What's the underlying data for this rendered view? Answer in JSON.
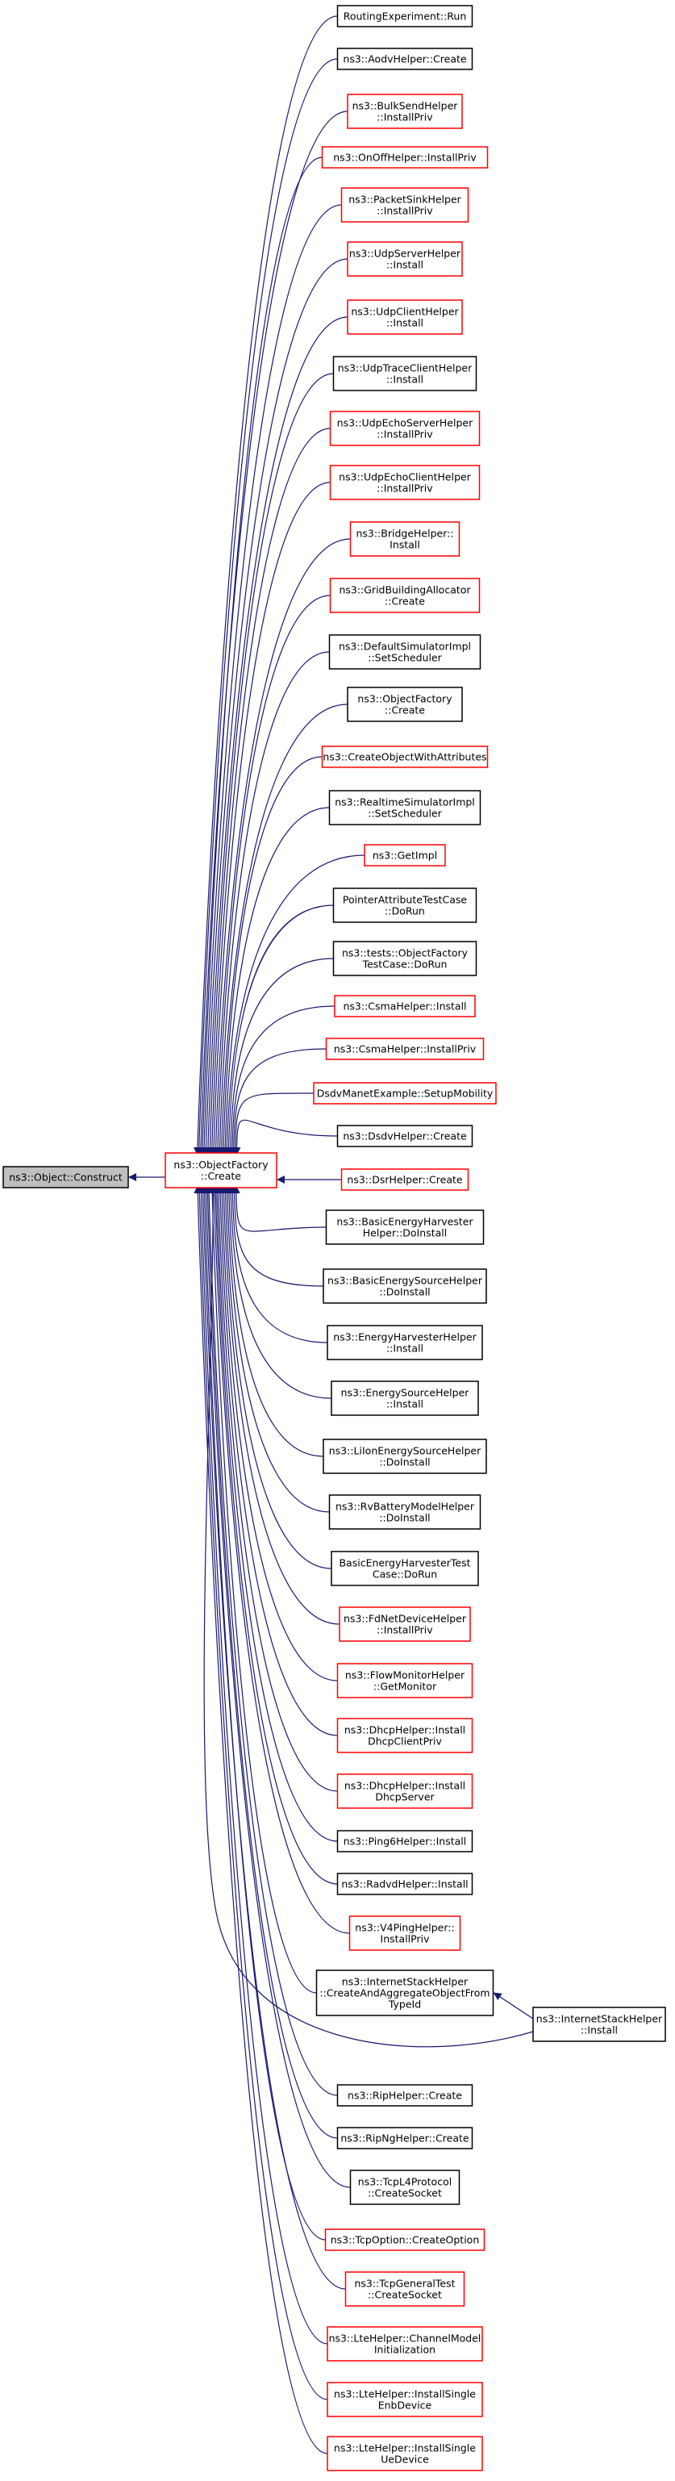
{
  "colors": {
    "edge": "#191970",
    "border_linked": "#000000",
    "border_truncated": "#ff0000",
    "root_fill": "#bfbfbf",
    "node_fill": "#ffffff"
  },
  "root": {
    "lines": [
      "ns3::Object::Construct"
    ]
  },
  "hub": {
    "lines": [
      "ns3::ObjectFactory",
      "::Create"
    ],
    "border": "truncated"
  },
  "callers": [
    {
      "lines": [
        "RoutingExperiment::Run"
      ],
      "border": "linked"
    },
    {
      "lines": [
        "ns3::AodvHelper::Create"
      ],
      "border": "linked"
    },
    {
      "lines": [
        "ns3::BulkSendHelper",
        "::InstallPriv"
      ],
      "border": "truncated"
    },
    {
      "lines": [
        "ns3::OnOffHelper::InstallPriv"
      ],
      "border": "truncated"
    },
    {
      "lines": [
        "ns3::PacketSinkHelper",
        "::InstallPriv"
      ],
      "border": "truncated"
    },
    {
      "lines": [
        "ns3::UdpServerHelper",
        "::Install"
      ],
      "border": "truncated"
    },
    {
      "lines": [
        "ns3::UdpClientHelper",
        "::Install"
      ],
      "border": "truncated"
    },
    {
      "lines": [
        "ns3::UdpTraceClientHelper",
        "::Install"
      ],
      "border": "linked"
    },
    {
      "lines": [
        "ns3::UdpEchoServerHelper",
        "::InstallPriv"
      ],
      "border": "truncated"
    },
    {
      "lines": [
        "ns3::UdpEchoClientHelper",
        "::InstallPriv"
      ],
      "border": "truncated"
    },
    {
      "lines": [
        "ns3::BridgeHelper::",
        "Install"
      ],
      "border": "truncated"
    },
    {
      "lines": [
        "ns3::GridBuildingAllocator",
        "::Create"
      ],
      "border": "truncated"
    },
    {
      "lines": [
        "ns3::DefaultSimulatorImpl",
        "::SetScheduler"
      ],
      "border": "linked"
    },
    {
      "lines": [
        "ns3::ObjectFactory",
        "::Create"
      ],
      "border": "linked"
    },
    {
      "lines": [
        "ns3::CreateObjectWithAttributes"
      ],
      "border": "truncated"
    },
    {
      "lines": [
        "ns3::RealtimeSimulatorImpl",
        "::SetScheduler"
      ],
      "border": "linked"
    },
    {
      "lines": [
        "ns3::GetImpl"
      ],
      "border": "truncated"
    },
    {
      "lines": [
        "PointerAttributeTestCase",
        "::DoRun"
      ],
      "border": "linked"
    },
    {
      "lines": [
        "ns3::tests::ObjectFactory",
        "TestCase::DoRun"
      ],
      "border": "linked"
    },
    {
      "lines": [
        "ns3::CsmaHelper::Install"
      ],
      "border": "truncated"
    },
    {
      "lines": [
        "ns3::CsmaHelper::InstallPriv"
      ],
      "border": "truncated"
    },
    {
      "lines": [
        "DsdvManetExample::SetupMobility"
      ],
      "border": "truncated"
    },
    {
      "lines": [
        "ns3::DsdvHelper::Create"
      ],
      "border": "linked"
    },
    {
      "lines": [
        "ns3::DsrHelper::Create"
      ],
      "border": "truncated"
    },
    {
      "lines": [
        "ns3::BasicEnergyHarvester",
        "Helper::DoInstall"
      ],
      "border": "linked"
    },
    {
      "lines": [
        "ns3::BasicEnergySourceHelper",
        "::DoInstall"
      ],
      "border": "linked"
    },
    {
      "lines": [
        "ns3::EnergyHarvesterHelper",
        "::Install"
      ],
      "border": "linked"
    },
    {
      "lines": [
        "ns3::EnergySourceHelper",
        "::Install"
      ],
      "border": "linked"
    },
    {
      "lines": [
        "ns3::LiIonEnergySourceHelper",
        "::DoInstall"
      ],
      "border": "linked"
    },
    {
      "lines": [
        "ns3::RvBatteryModelHelper",
        "::DoInstall"
      ],
      "border": "linked"
    },
    {
      "lines": [
        "BasicEnergyHarvesterTest",
        "Case::DoRun"
      ],
      "border": "linked"
    },
    {
      "lines": [
        "ns3::FdNetDeviceHelper",
        "::InstallPriv"
      ],
      "border": "truncated"
    },
    {
      "lines": [
        "ns3::FlowMonitorHelper",
        "::GetMonitor"
      ],
      "border": "truncated"
    },
    {
      "lines": [
        "ns3::DhcpHelper::Install",
        "DhcpClientPriv"
      ],
      "border": "truncated"
    },
    {
      "lines": [
        "ns3::DhcpHelper::Install",
        "DhcpServer"
      ],
      "border": "truncated"
    },
    {
      "lines": [
        "ns3::Ping6Helper::Install"
      ],
      "border": "linked"
    },
    {
      "lines": [
        "ns3::RadvdHelper::Install"
      ],
      "border": "linked"
    },
    {
      "lines": [
        "ns3::V4PingHelper::",
        "InstallPriv"
      ],
      "border": "truncated"
    },
    {
      "lines": [
        "ns3::InternetStackHelper",
        "::CreateAndAggregateObjectFrom",
        "TypeId"
      ],
      "border": "linked"
    },
    {
      "lines": [
        "ns3::RipHelper::Create"
      ],
      "border": "linked"
    },
    {
      "lines": [
        "ns3::RipNgHelper::Create"
      ],
      "border": "linked"
    },
    {
      "lines": [
        "ns3::TcpL4Protocol",
        "::CreateSocket"
      ],
      "border": "linked"
    },
    {
      "lines": [
        "ns3::TcpOption::CreateOption"
      ],
      "border": "truncated"
    },
    {
      "lines": [
        "ns3::TcpGeneralTest",
        "::CreateSocket"
      ],
      "border": "truncated"
    },
    {
      "lines": [
        "ns3::LteHelper::ChannelModel",
        "Initialization"
      ],
      "border": "truncated"
    },
    {
      "lines": [
        "ns3::LteHelper::InstallSingle",
        "EnbDevice"
      ],
      "border": "truncated"
    },
    {
      "lines": [
        "ns3::LteHelper::InstallSingle",
        "UeDevice"
      ],
      "border": "truncated"
    }
  ],
  "extra": {
    "lines": [
      "ns3::InternetStackHelper",
      "::Install"
    ],
    "border": "linked"
  }
}
